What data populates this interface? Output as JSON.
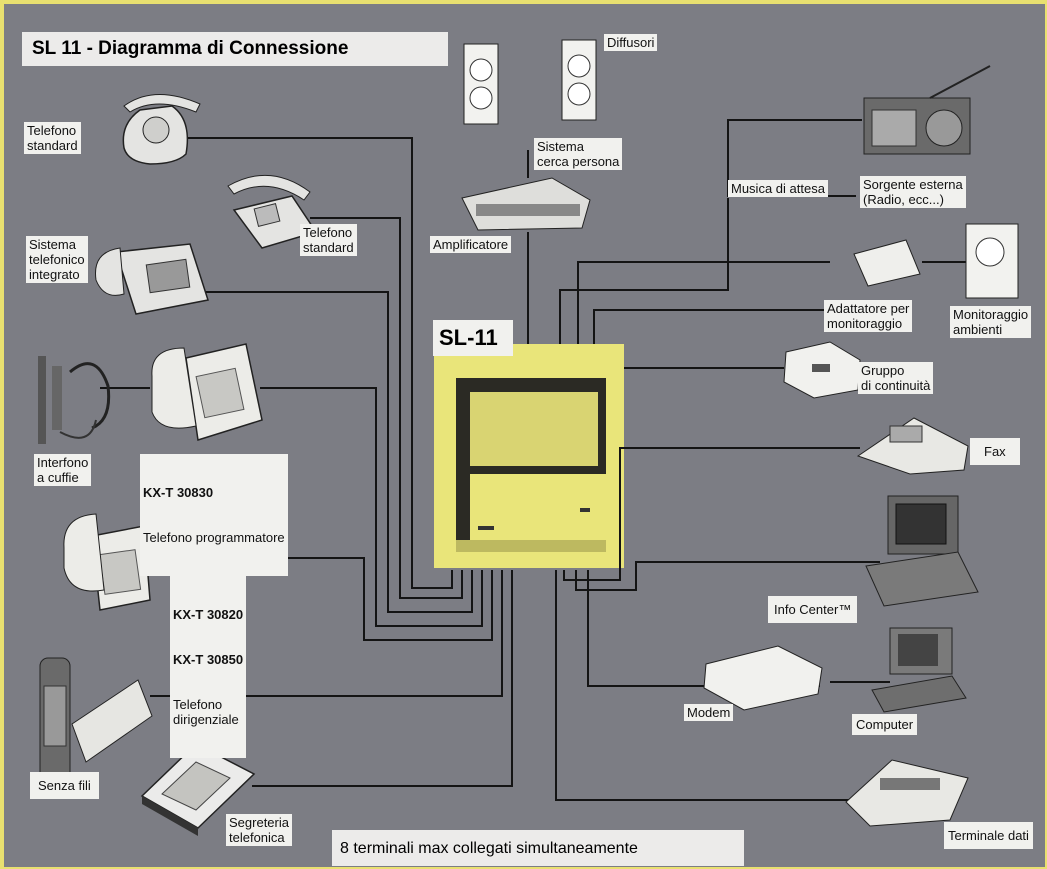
{
  "title": "SL 11 - Diagramma di Connessione",
  "footer": "8 terminali max collegati simultaneamente",
  "hub": {
    "label": "SL-11"
  },
  "devices": {
    "telefono_standard_1": "Telefono\nstandard",
    "telefono_standard_2": "Telefono\nstandard",
    "sistema_integrato": "Sistema\ntelefonico\nintegrato",
    "interfono": "Interfono\na cuffie",
    "kxt30830_model": "KX-T 30830",
    "kxt30830_desc": "Telefono programmatore",
    "kxt30820_model": "KX-T 30820",
    "kxt30850_model": "KX-T 30850",
    "kxt_dir_desc": "Telefono\ndirigenziale",
    "senza_fili": "Senza fili",
    "segreteria": "Segreteria\ntelefonica",
    "diffusori": "Diffusori",
    "cerca_persona": "Sistema\ncerca persona",
    "amplificatore": "Amplificatore",
    "musica_attesa": "Musica di attesa",
    "sorgente_esterna": "Sorgente esterna\n(Radio, ecc...)",
    "adattatore": "Adattatore per\nmonitoraggio",
    "monitoraggio": "Monitoraggio\nambienti",
    "gruppo": "Gruppo\ndi continuità",
    "fax": "Fax",
    "info_center": "Info Center™",
    "modem": "Modem",
    "computer": "Computer",
    "terminale": "Terminale dati"
  },
  "colors": {
    "background": "#7c7d84",
    "frame": "#e8e070",
    "hub": "#e9e57a",
    "wire": "#141414",
    "label_bg": "#f1f1ee"
  }
}
